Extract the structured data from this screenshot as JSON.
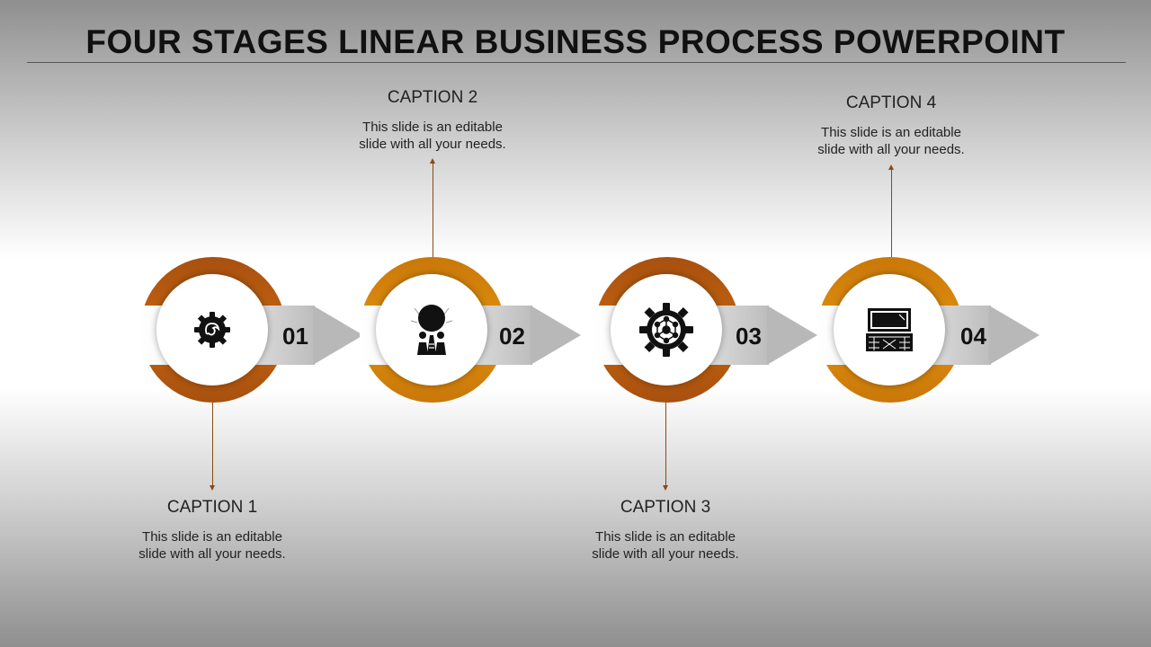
{
  "title": "FOUR STAGES LINEAR BUSINESS PROCESS POWERPOINT",
  "colors": {
    "dark_orange": "#b4570f",
    "light_orange": "#d9870c",
    "connector": "#8a4a12"
  },
  "stages": [
    {
      "number": "01",
      "icon": "gear-brain-icon",
      "caption_title": "CAPTION 1",
      "caption_body_line1": "This slide is an editable",
      "caption_body_line2": "slide with all your needs."
    },
    {
      "number": "02",
      "icon": "presenter-audience-icon",
      "caption_title": "CAPTION 2",
      "caption_body_line1": "This slide is an editable",
      "caption_body_line2": "slide with all your needs."
    },
    {
      "number": "03",
      "icon": "gear-network-icon",
      "caption_title": "CAPTION 3",
      "caption_body_line1": "This slide is an editable",
      "caption_body_line2": "slide with all your needs."
    },
    {
      "number": "04",
      "icon": "laptop-window-icon",
      "caption_title": "CAPTION 4",
      "caption_body_line1": "This slide is an editable",
      "caption_body_line2": "slide with all your needs."
    }
  ]
}
